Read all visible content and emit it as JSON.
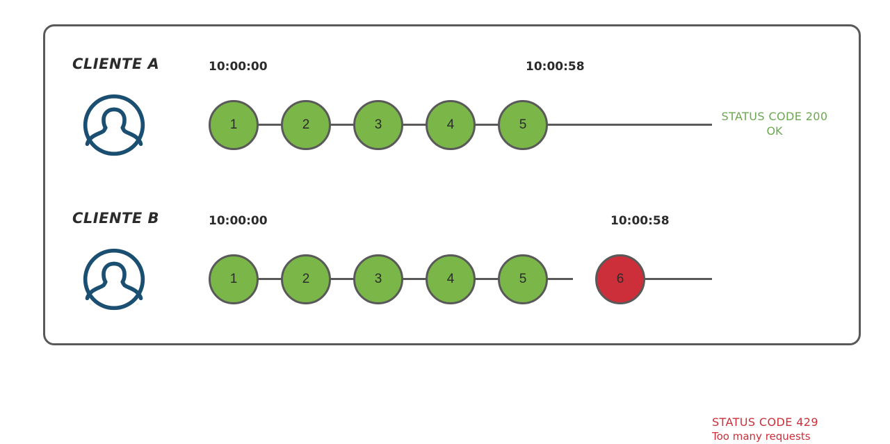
{
  "diagram": {
    "title": "Rate limiting request chain diagram",
    "colors": {
      "ok_fill": "#7ab648",
      "error_fill": "#cc2f39",
      "node_border": "#595959",
      "frame_border": "#595959",
      "avatar": "#1b4f72",
      "status_ok_text": "#6aa84f",
      "status_error_text": "#cc2f39"
    },
    "rows": [
      {
        "client_label": "CLIENTE A",
        "avatar_icon": "user-avatar-icon",
        "timestamp_start": "10:00:00",
        "timestamp_end": "10:00:58",
        "nodes": [
          {
            "label": "1",
            "state": "ok"
          },
          {
            "label": "2",
            "state": "ok"
          },
          {
            "label": "3",
            "state": "ok"
          },
          {
            "label": "4",
            "state": "ok"
          },
          {
            "label": "5",
            "state": "ok"
          }
        ],
        "status": {
          "line1": "STATUS CODE 200",
          "line2": "OK"
        }
      },
      {
        "client_label": "CLIENTE B",
        "avatar_icon": "user-avatar-icon",
        "timestamp_start": "10:00:00",
        "timestamp_end": "10:00:58",
        "nodes": [
          {
            "label": "1",
            "state": "ok"
          },
          {
            "label": "2",
            "state": "ok"
          },
          {
            "label": "3",
            "state": "ok"
          },
          {
            "label": "4",
            "state": "ok"
          },
          {
            "label": "5",
            "state": "ok"
          },
          {
            "label": "6",
            "state": "error"
          }
        ],
        "status": {
          "line1": "STATUS CODE 429",
          "line2": "Too many requests"
        }
      }
    ]
  }
}
